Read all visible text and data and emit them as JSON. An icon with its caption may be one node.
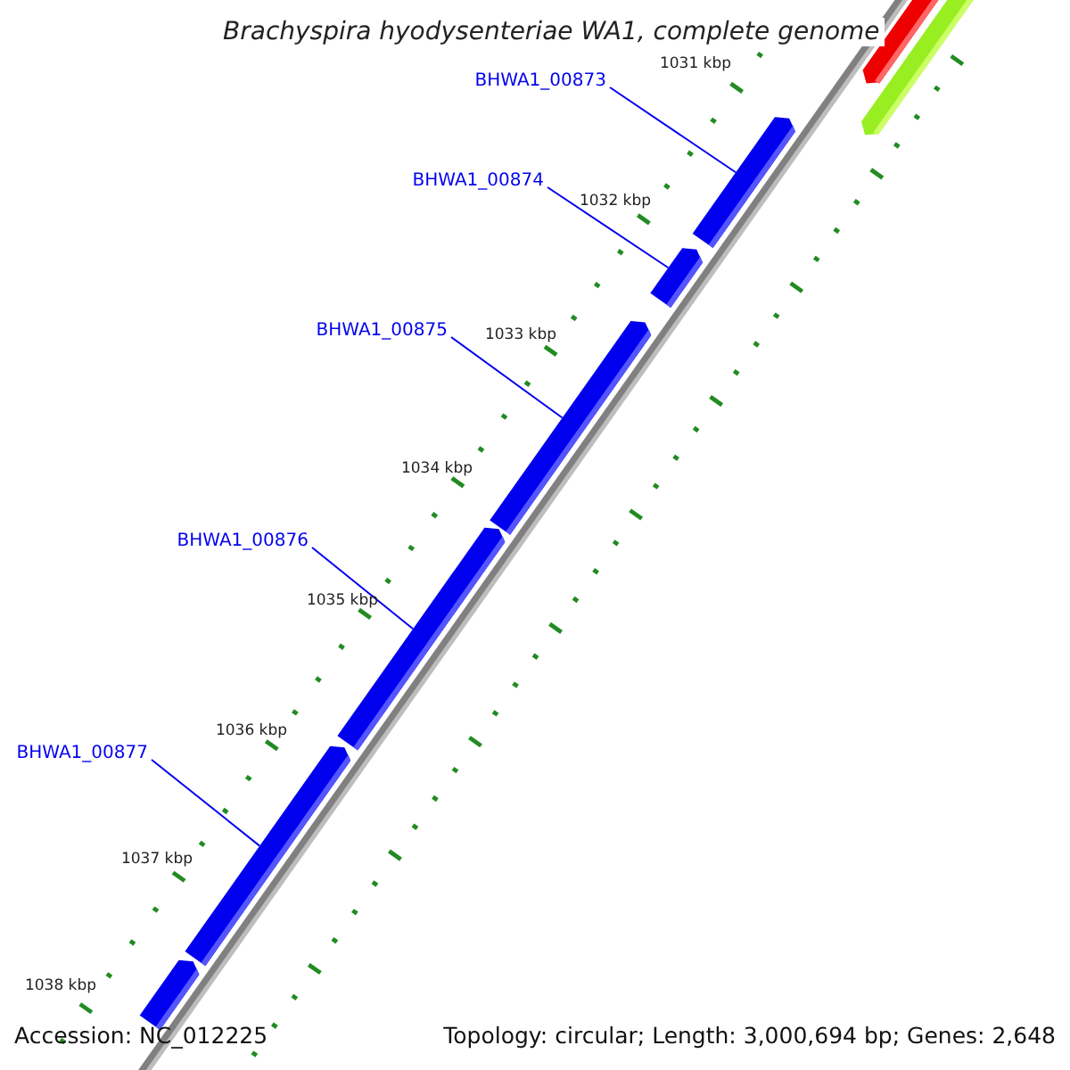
{
  "diagram": {
    "title": "Brachyspira hyodysenteriae WA1, complete genome",
    "nodes": [
      {
        "text": [
          "BHWA1_00873"
        ]
      },
      {
        "text": [
          "BHWA1_00874"
        ]
      },
      {
        "text": [
          "BHWA1_00875"
        ]
      },
      {
        "text": [
          "BHWA1_00876"
        ]
      },
      {
        "text": [
          "BHWA1_00877"
        ]
      },
      {
        "text": [],
        "shape": "arrow"
      },
      {
        "text": [],
        "shape": "arrow"
      },
      {
        "text": [],
        "shape": "arrow"
      },
      {
        "text": [],
        "shape": "arrow"
      },
      {
        "text": [],
        "shape": "arrow"
      },
      {
        "text": [],
        "shape": "arrow"
      }
    ],
    "edges": [
      {
        "from": 0,
        "to": 5,
        "arrow": "none"
      },
      {
        "from": 1,
        "to": 6,
        "arrow": "none"
      },
      {
        "from": 2,
        "to": 7,
        "arrow": "none"
      },
      {
        "from": 3,
        "to": 8,
        "arrow": "none"
      },
      {
        "from": 4,
        "to": 9,
        "arrow": "none"
      }
    ],
    "labels": [
      "1031 kbp",
      "1032 kbp",
      "1033 kbp",
      "1034 kbp",
      "1035 kbp",
      "1036 kbp",
      "1037 kbp",
      "1038 kbp",
      "Accession: NC_012225",
      "Topology: circular; Length: 3,000,694 bp; Genes: 2,648"
    ]
  }
}
